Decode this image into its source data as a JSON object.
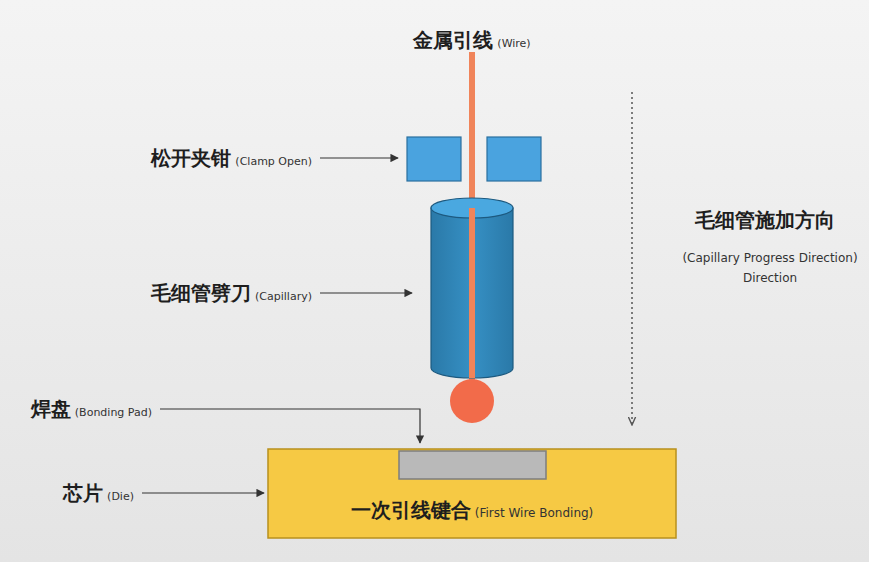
{
  "diagram": {
    "nodes": [
      {
        "text": [
          "一次引线键合",
          "(First Wire Bonding)"
        ]
      }
    ],
    "labels": [
      "金属引线",
      "(Wire)",
      "松开夹钳",
      "(Clamp Open)",
      "毛细管劈刀",
      "(Capillary)",
      "毛细管施加方向",
      "(Capillary Progress Direction)",
      "Direction",
      "焊盘",
      "(Bonding Pad)",
      "芯片",
      "(Die)"
    ]
  }
}
